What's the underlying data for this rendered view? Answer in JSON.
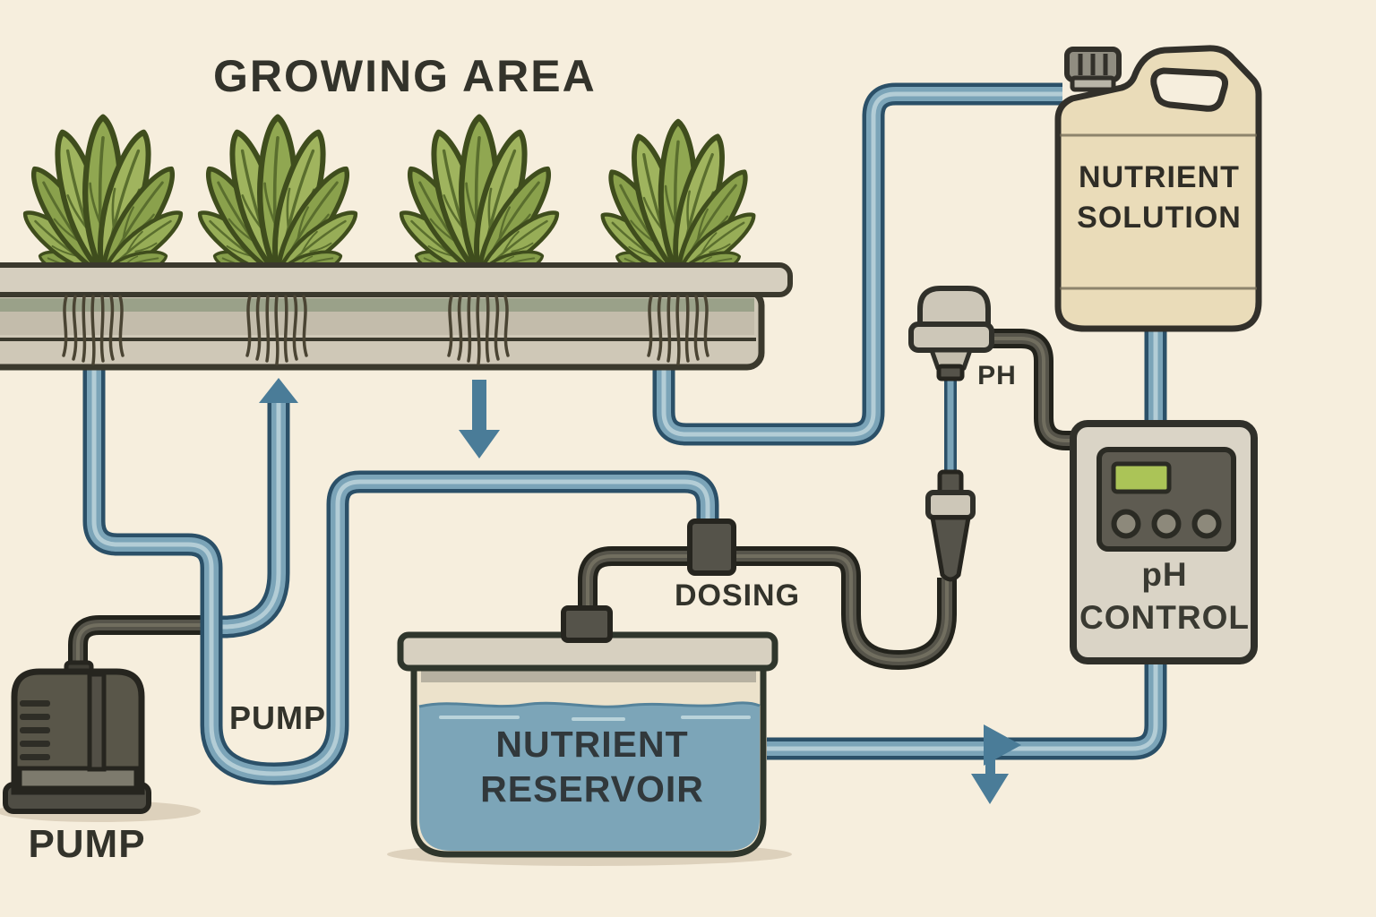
{
  "labels": {
    "growing_area": "GROWING AREA",
    "nutrient_solution_line1": "NUTRIENT",
    "nutrient_solution_line2": "SOLUTION",
    "ph_sensor": "PH",
    "dosing": "DOSING",
    "ph_control_line1": "pH",
    "ph_control_line2": "CONTROL",
    "reservoir_line1": "NUTRIENT",
    "reservoir_line2": "RESERVOIR",
    "pump_pipe": "PUMP",
    "pump_device": "PUMP"
  },
  "palette": {
    "background": "#f6eedd",
    "pipe_blue": "#7ba4b8",
    "pipe_blue_edge": "#2b5068",
    "pipe_dark": "#56544a",
    "arrow_blue": "#4a7c98",
    "leaf_green": "#90a751",
    "water_blue": "#7ca5b8",
    "jug_cream": "#eadcb9",
    "device_gray": "#dad4c6",
    "display_green": "#abc457",
    "ink": "#33332b"
  }
}
